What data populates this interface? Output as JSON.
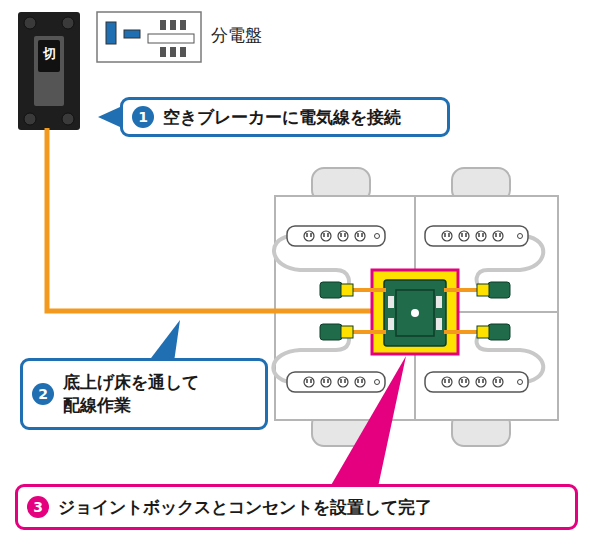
{
  "diagram": {
    "nodes": [
      {
        "text": [
          "空きブレーカーに電気線を接続"
        ]
      },
      {
        "text": [
          "1"
        ],
        "in": 0
      },
      {
        "text": [
          "底上げ床を通して 配線作業"
        ]
      },
      {
        "text": [
          "2"
        ],
        "in": 2
      },
      {
        "text": [
          "ジョイントボックスとコンセントを設置して完了"
        ]
      },
      {
        "text": [
          "3"
        ],
        "in": 4
      }
    ],
    "labels": [
      "切",
      "分電盤"
    ]
  }
}
